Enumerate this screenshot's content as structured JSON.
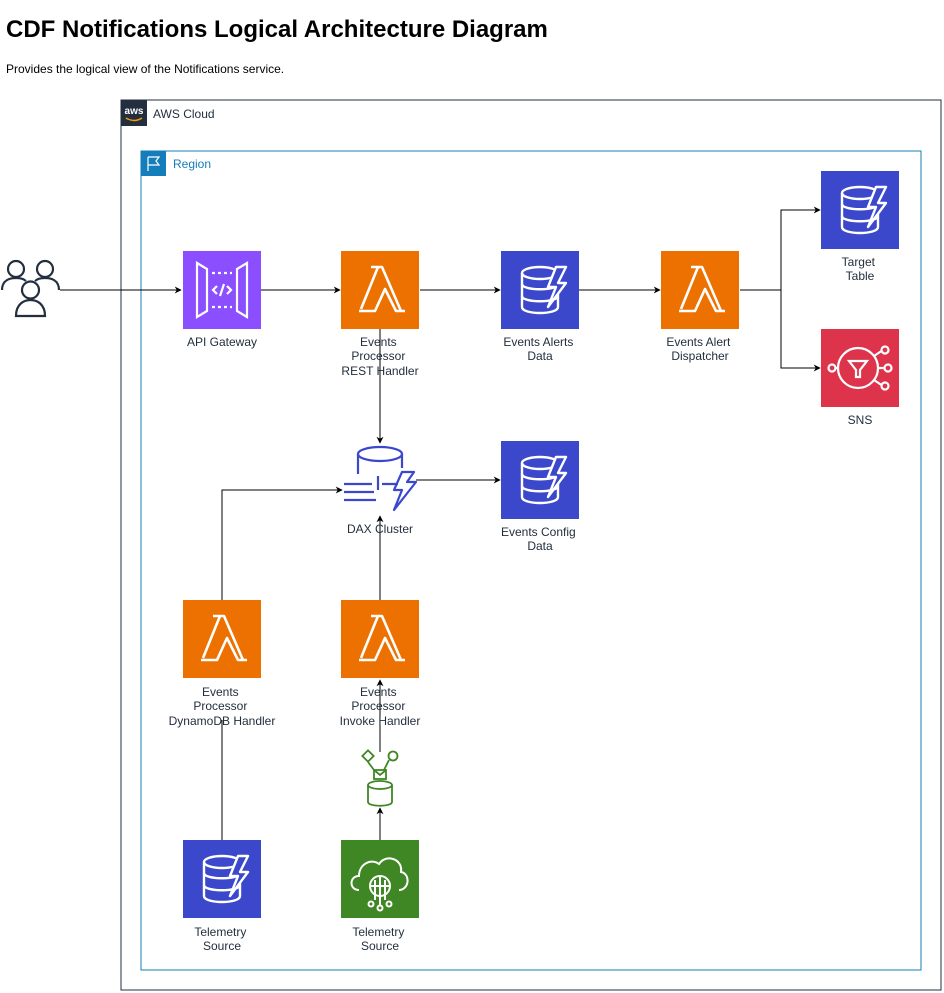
{
  "page": {
    "title": "CDF Notifications Logical Architecture Diagram",
    "subtitle": "Provides the logical view of the Notifications service."
  },
  "groups": {
    "cloud": {
      "label": "AWS Cloud",
      "logo_text": "aws",
      "color": "#232f3e"
    },
    "region": {
      "label": "Region",
      "color": "#147eba"
    }
  },
  "colors": {
    "lambda": "#ed7100",
    "dynamodb": "#3b48cc",
    "apigateway": "#8c4fff",
    "sns": "#dd344c",
    "iot": "#3f8624",
    "dax": "#3b48cc",
    "line": "#000000"
  },
  "nodes": {
    "users": {
      "icon": "users-icon"
    },
    "api_gateway": {
      "label": [
        "API Gateway"
      ],
      "icon": "api-gateway-icon"
    },
    "rest_handler": {
      "label": [
        "Events",
        "Processor",
        "REST Handler"
      ],
      "icon": "lambda-icon"
    },
    "alerts_data": {
      "label": [
        "Events Alerts",
        "Data"
      ],
      "icon": "dynamodb-icon"
    },
    "alert_dispatcher": {
      "label": [
        "Events Alert",
        "Dispatcher"
      ],
      "icon": "lambda-icon"
    },
    "target_table": {
      "label": [
        "Target",
        "Table"
      ],
      "icon": "dynamodb-icon"
    },
    "sns": {
      "label": [
        "SNS"
      ],
      "icon": "sns-icon"
    },
    "dax_cluster": {
      "label": [
        "DAX Cluster"
      ],
      "icon": "dax-icon"
    },
    "config_data": {
      "label": [
        "Events Config",
        "Data"
      ],
      "icon": "dynamodb-icon"
    },
    "dynamodb_handler": {
      "label": [
        "Events",
        "Processor",
        "DynamoDB Handler"
      ],
      "icon": "lambda-icon"
    },
    "invoke_handler": {
      "label": [
        "Events",
        "Processor",
        "Invoke Handler"
      ],
      "icon": "lambda-icon"
    },
    "iot_rule": {
      "icon": "iot-rule-icon"
    },
    "telemetry_ddb": {
      "label": [
        "Telemetry",
        "Source"
      ],
      "icon": "dynamodb-icon"
    },
    "telemetry_iot": {
      "label": [
        "Telemetry",
        "Source"
      ],
      "icon": "iot-core-icon"
    }
  }
}
